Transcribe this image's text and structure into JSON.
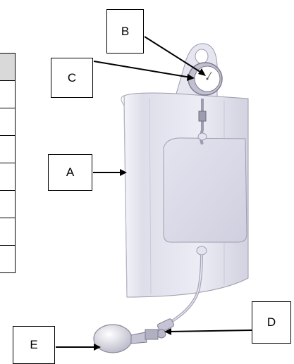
{
  "labels": {
    "a": "A",
    "b": "B",
    "c": "C",
    "d": "D",
    "e": "E"
  },
  "colors": {
    "table_header_fill": "#d9d9d9",
    "device_body": "#e8e8f2",
    "device_shadow": "#c9c9d6",
    "pocket": "#dcdcea",
    "gauge_ring": "#b8b8c8",
    "gauge_face": "#ffffff",
    "tube": "#b0b0c0",
    "bulb": "#e6e6ee",
    "line": "#000000"
  }
}
